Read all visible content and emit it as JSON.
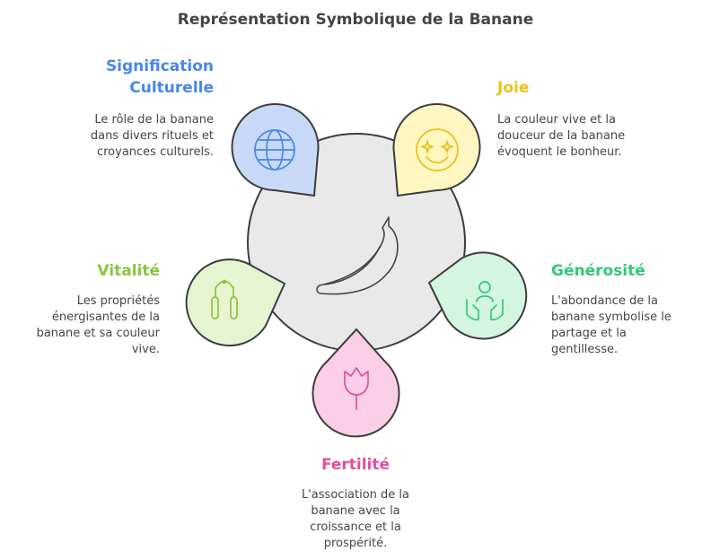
{
  "title": "Représentation Symbolique de la Banane",
  "center_icon": "banana-icon",
  "items": [
    {
      "title": "Signification Culturelle",
      "description": "Le rôle de la banane dans divers rituels et croyances culturels.",
      "color": "#4a86e8",
      "fill": "#c9daf8",
      "icon": "globe-icon"
    },
    {
      "title": "Joie",
      "description": "La couleur vive et la douceur de la banane évoquent le bonheur.",
      "color": "#e8c21a",
      "fill": "#fff6c2",
      "icon": "star-eyes-smiley-icon"
    },
    {
      "title": "Générosité",
      "description": "L'abondance de la banane symbolise le partage et la gentillesse.",
      "color": "#34c77b",
      "fill": "#d4f5e2",
      "icon": "person-in-hands-icon"
    },
    {
      "title": "Fertilité",
      "description": "L'association de la banane avec la croissance et la prospérité.",
      "color": "#e0509e",
      "fill": "#fbcfe7",
      "icon": "rose-icon"
    },
    {
      "title": "Vitalité",
      "description": "Les propriétés énergisantes de la banane et sa couleur vive.",
      "color": "#8cc43b",
      "fill": "#e6f4d2",
      "icon": "jump-rope-icon"
    }
  ]
}
